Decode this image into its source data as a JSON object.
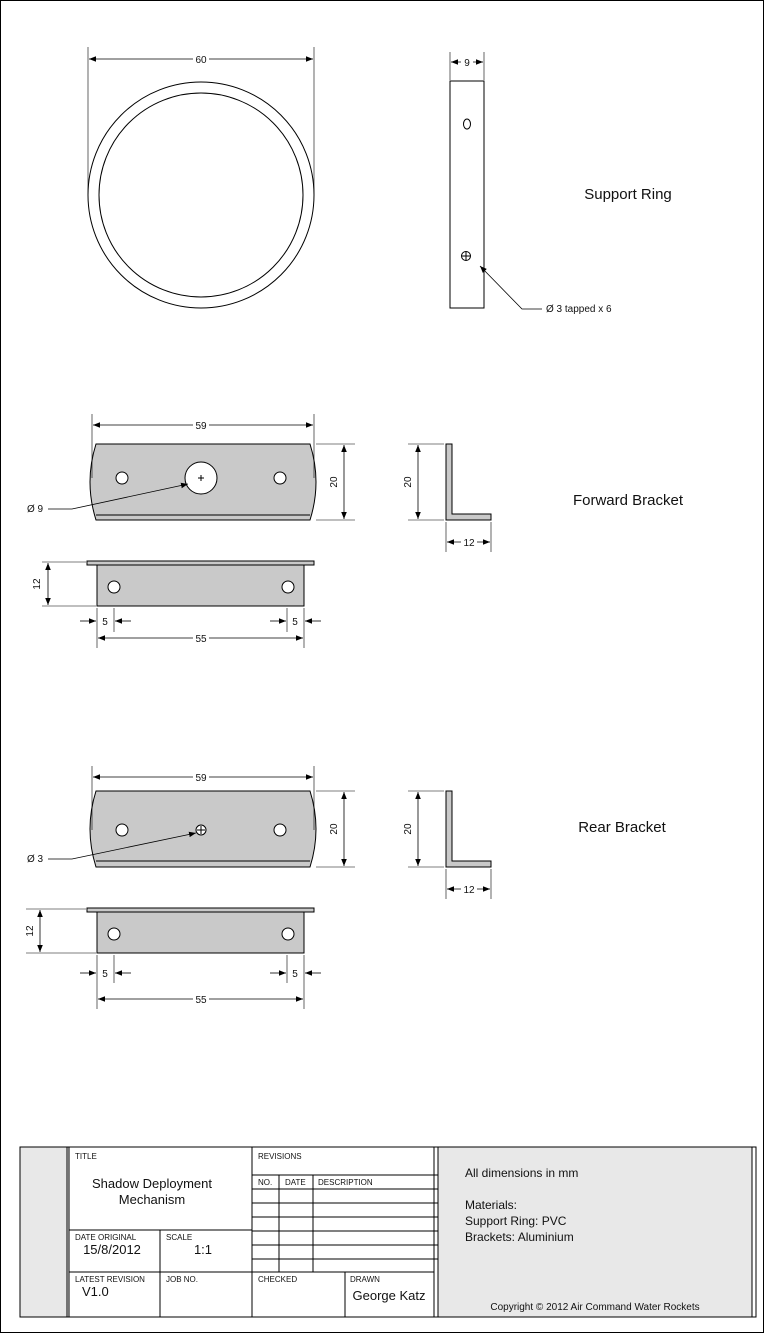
{
  "support_ring": {
    "label": "Support Ring",
    "diameter": "60",
    "width": "9",
    "hole_note": "Ø 3 tapped x 6"
  },
  "forward_bracket": {
    "label": "Forward Bracket",
    "length": "59",
    "height": "20",
    "hole_note": "Ø 9",
    "side_height": "20",
    "side_width": "12",
    "bottom_depth": "12",
    "edge_left": "5",
    "edge_right": "5",
    "hole_span": "55"
  },
  "rear_bracket": {
    "label": "Rear Bracket",
    "length": "59",
    "height": "20",
    "hole_note": "Ø 3",
    "side_height": "20",
    "side_width": "12",
    "bottom_depth": "12",
    "edge_left": "5",
    "edge_right": "5",
    "hole_span": "55"
  },
  "title_block": {
    "title_label": "TITLE",
    "title_line1": "Shadow Deployment",
    "title_line2": "Mechanism",
    "revisions_label": "REVISIONS",
    "rev_no": "NO.",
    "rev_date": "DATE",
    "rev_desc": "DESCRIPTION",
    "date_original_label": "DATE ORIGINAL",
    "date_original": "15/8/2012",
    "scale_label": "SCALE",
    "scale": "1:1",
    "latest_revision_label": "LATEST REVISION",
    "latest_revision": "V1.0",
    "job_no_label": "JOB NO.",
    "checked_label": "CHECKED",
    "drawn_label": "DRAWN",
    "drawn_by": "George Katz",
    "notes": {
      "units": "All dimensions in mm",
      "materials": "Materials:",
      "ring_material": "Support Ring: PVC",
      "bracket_material": "Brackets: Aluminium"
    },
    "copyright": "Copyright © 2012 Air Command Water Rockets"
  }
}
